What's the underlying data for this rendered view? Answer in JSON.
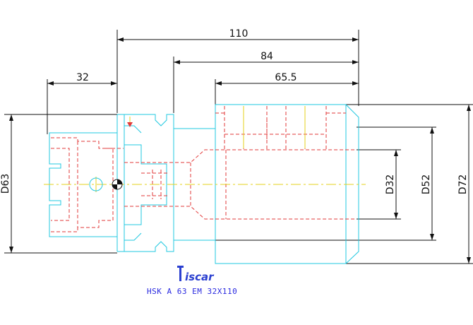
{
  "drawing": {
    "dimensions": {
      "len_total": "110",
      "len_84": "84",
      "len_65": "65.5",
      "len_32": "32",
      "dia_63": "D63",
      "dia_32": "D32",
      "dia_52": "D52",
      "dia_72": "D72"
    },
    "logo_text": "iscar",
    "caption": "HSK A 63 EM 32X110"
  },
  "colors": {
    "outline": "#22c8e0",
    "hidden": "#e23a3a",
    "dimension": "#111111",
    "center": "#e6d21e",
    "caption": "#2a2ae0",
    "logo": "#2a3fd0"
  }
}
